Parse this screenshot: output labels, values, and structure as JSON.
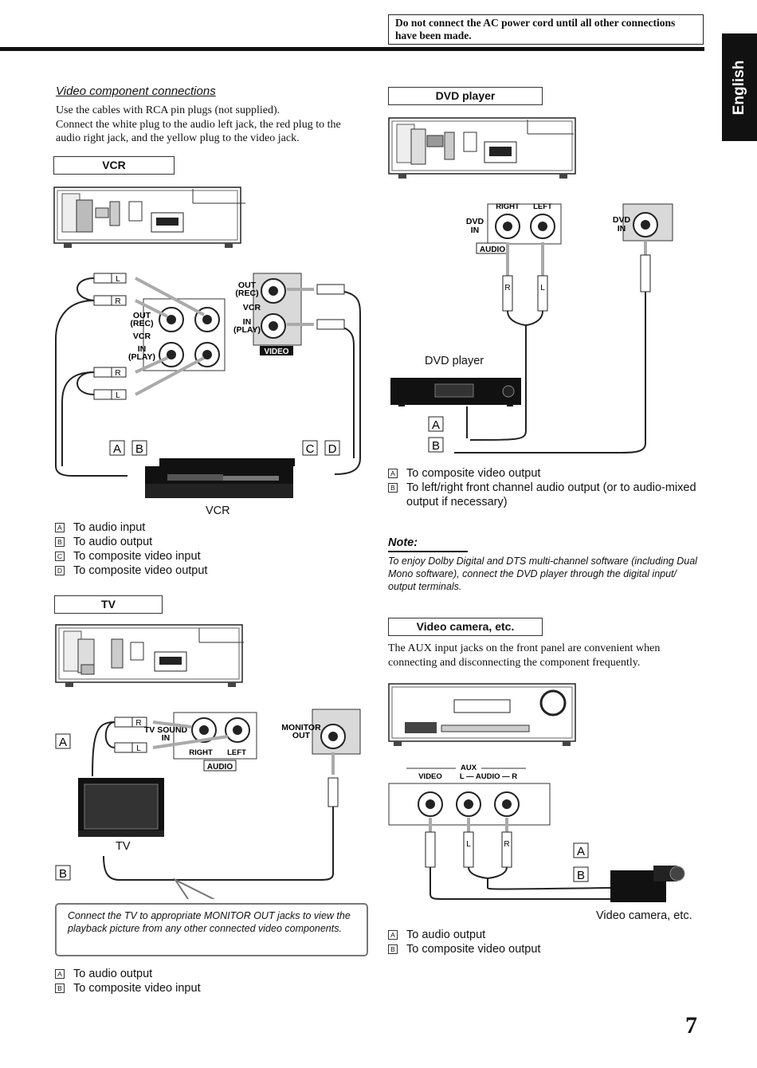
{
  "header": {
    "warning": "Do not connect the AC power cord until all other connections have been made.",
    "language_tab": "English"
  },
  "video_section": {
    "heading": "Video component connections",
    "intro": [
      "Use the cables with RCA pin plugs (not supplied).",
      "Connect the white plug to the audio left jack, the red plug to the audio right jack, and the yellow plug to the video jack."
    ]
  },
  "vcr": {
    "box_label": "VCR",
    "device_caption": "VCR",
    "jack_labels": {
      "out_rec": "OUT\n(REC)",
      "vcr": "VCR",
      "in_play": "IN\n(PLAY)",
      "video": "VIDEO"
    },
    "plug_letters": [
      "L",
      "R",
      "R",
      "L"
    ],
    "callouts": [
      "A",
      "B",
      "C",
      "D"
    ],
    "legend": [
      {
        "key": "A",
        "text": "To audio input"
      },
      {
        "key": "B",
        "text": "To audio output"
      },
      {
        "key": "C",
        "text": "To composite video input"
      },
      {
        "key": "D",
        "text": "To composite video output"
      }
    ]
  },
  "tv": {
    "box_label": "TV",
    "device_caption": "TV",
    "jack_labels": {
      "tv_sound_in": "TV SOUND\nIN",
      "right": "RIGHT",
      "left": "LEFT",
      "audio": "AUDIO",
      "monitor_out": "MONITOR\nOUT"
    },
    "plug_letters": [
      "R",
      "L"
    ],
    "callouts": [
      "A",
      "B"
    ],
    "note": "Connect the TV to appropriate MONITOR OUT jacks to view the playback picture from any other connected video components.",
    "legend": [
      {
        "key": "A",
        "text": "To audio output"
      },
      {
        "key": "B",
        "text": "To composite video input"
      }
    ]
  },
  "dvd": {
    "box_label": "DVD player",
    "device_caption": "DVD player",
    "jack_labels": {
      "dvd_in": "DVD\nIN",
      "right": "RIGHT",
      "left": "LEFT",
      "audio": "AUDIO",
      "dvd_in_video": "DVD\nIN"
    },
    "plug_letters": [
      "R",
      "L"
    ],
    "callouts": [
      "A",
      "B"
    ],
    "legend": [
      {
        "key": "A",
        "text": "To composite video output"
      },
      {
        "key": "B",
        "text": "To left/right front channel audio output (or to audio-mixed output if necessary)"
      }
    ],
    "note_heading": "Note:",
    "note_text": "To enjoy Dolby Digital and DTS multi-channel software (including Dual Mono software), connect the DVD player through the digital input/ output terminals."
  },
  "camera": {
    "box_label": "Video camera, etc.",
    "description": "The AUX input jacks on the front panel are convenient when connecting and disconnecting the component frequently.",
    "device_caption": "Video camera, etc.",
    "jack_labels": {
      "aux": "AUX",
      "video": "VIDEO",
      "audio_lr": "L — AUDIO — R"
    },
    "plug_letters": [
      "L",
      "R"
    ],
    "callouts": [
      "A",
      "B"
    ],
    "legend": [
      {
        "key": "A",
        "text": "To audio output"
      },
      {
        "key": "B",
        "text": "To composite video output"
      }
    ]
  },
  "page_number": "7"
}
